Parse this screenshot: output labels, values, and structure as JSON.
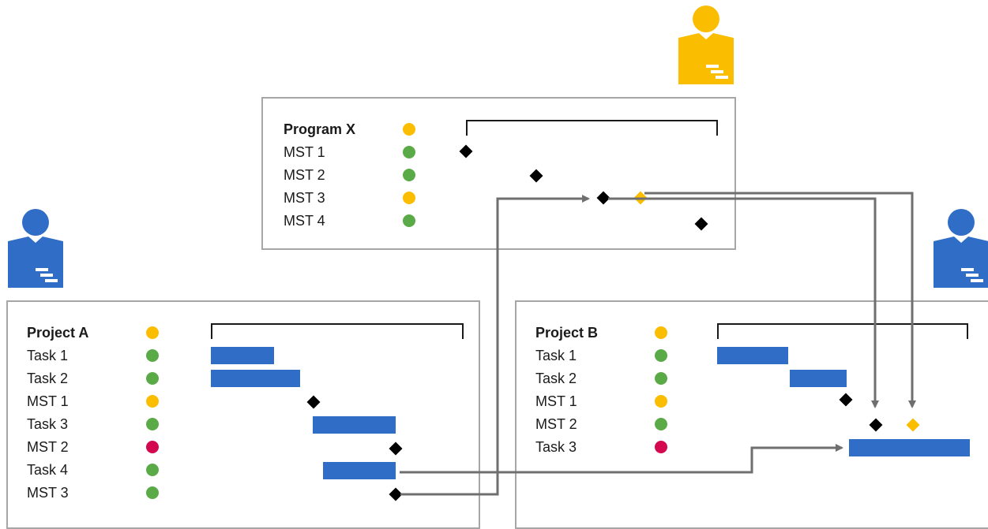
{
  "colors": {
    "green": "#5aab48",
    "yellow": "#fbbd00",
    "red": "#d4084f",
    "bar": "#2f6dc6",
    "milestone": "#000000",
    "milestone_alt": "#fbbd00",
    "person_program": "#fbbd00",
    "person_project": "#2f6dc6",
    "connector": "#6f6f6f"
  },
  "program": {
    "title": "Program X",
    "title_status": "yellow",
    "rows": [
      {
        "label": "MST 1",
        "status": "green"
      },
      {
        "label": "MST 2",
        "status": "green"
      },
      {
        "label": "MST 3",
        "status": "yellow"
      },
      {
        "label": "MST 4",
        "status": "green"
      }
    ]
  },
  "project_a": {
    "title": "Project A",
    "title_status": "yellow",
    "rows": [
      {
        "label": "Task 1",
        "status": "green"
      },
      {
        "label": "Task 2",
        "status": "green"
      },
      {
        "label": "MST 1",
        "status": "yellow"
      },
      {
        "label": "Task 3",
        "status": "green"
      },
      {
        "label": "MST 2",
        "status": "red"
      },
      {
        "label": "Task 4",
        "status": "green"
      },
      {
        "label": "MST 3",
        "status": "green"
      }
    ]
  },
  "project_b": {
    "title": "Project B",
    "title_status": "yellow",
    "rows": [
      {
        "label": "Task 1",
        "status": "green"
      },
      {
        "label": "Task 2",
        "status": "green"
      },
      {
        "label": "MST 1",
        "status": "yellow"
      },
      {
        "label": "MST 2",
        "status": "green"
      },
      {
        "label": "Task 3",
        "status": "red"
      }
    ]
  },
  "icons": {
    "program_owner": "person-gantt-icon",
    "project_a_owner": "person-gantt-icon",
    "project_b_owner": "person-gantt-icon"
  }
}
